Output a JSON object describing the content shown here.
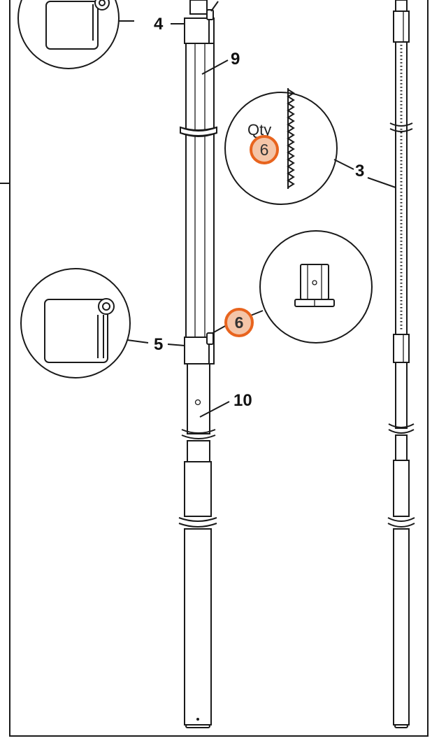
{
  "callouts": {
    "part_4": "4",
    "part_9": "9",
    "part_3": "3",
    "part_5": "5",
    "part_10": "10",
    "part_6": "6"
  },
  "qty_detail": {
    "label": "Qty",
    "count": "6"
  },
  "colors": {
    "badge_fill": "#f4c5a8",
    "badge_stroke": "#e8641e",
    "line": "#1a1a1a"
  }
}
